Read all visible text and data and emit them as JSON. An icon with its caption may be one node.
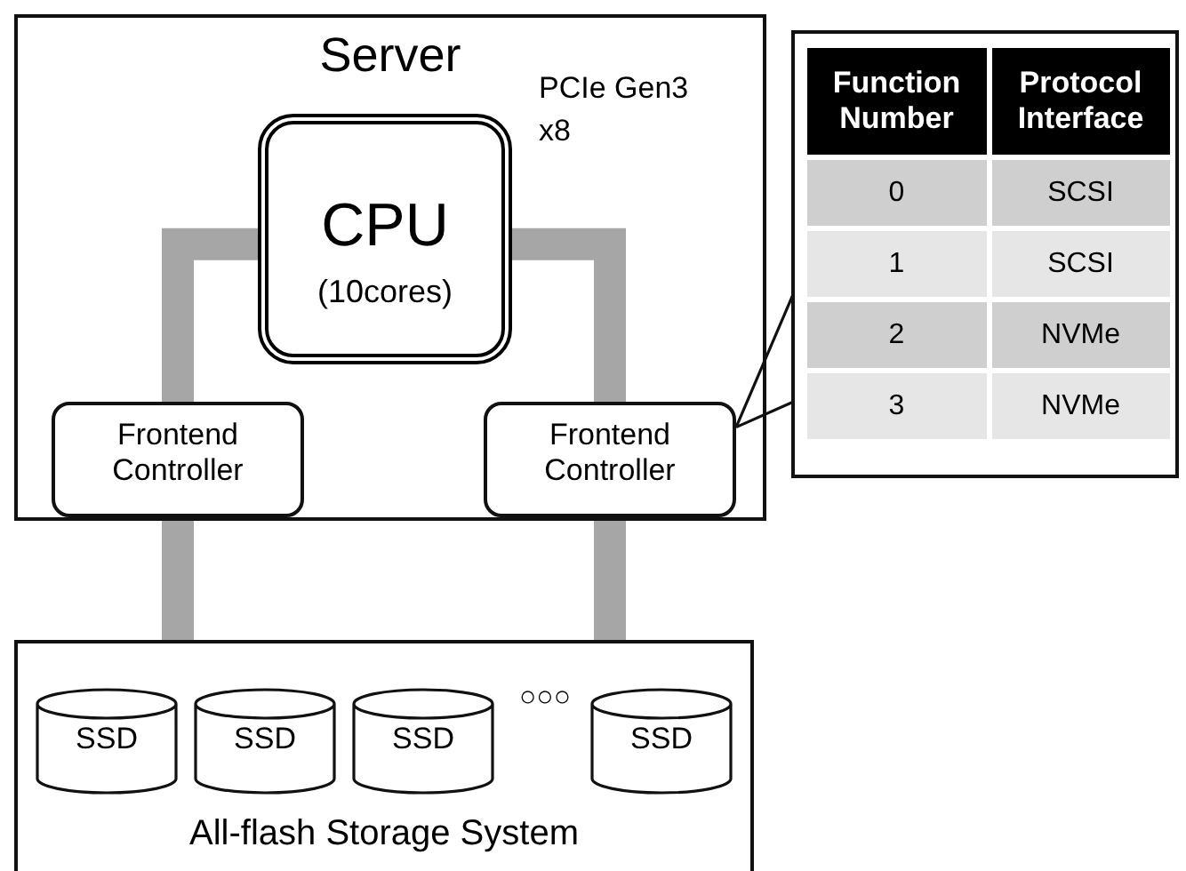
{
  "diagram": {
    "nodes": [
      {
        "text": [
          "Server"
        ]
      },
      {
        "text": [
          "CPU",
          "(10cores)"
        ],
        "in": 0
      },
      {
        "text": [
          "Frontend Controller"
        ],
        "in": 0
      },
      {
        "text": [
          "Frontend Controller"
        ],
        "in": 0
      },
      {
        "text": [],
        "shape": "box"
      },
      {
        "text": [
          "All-flash Storage System"
        ]
      },
      {
        "text": [
          "SSD"
        ],
        "in": 5
      },
      {
        "text": [
          "SSD"
        ],
        "in": 5
      },
      {
        "text": [
          "SSD"
        ],
        "in": 5
      },
      {
        "text": [
          "SSD"
        ],
        "in": 5
      }
    ],
    "edges": [
      {
        "from": 1,
        "to": 2,
        "arrow": "none"
      },
      {
        "from": 1,
        "to": 3,
        "arrow": "none",
        "label": "PCIe Gen3 x8"
      },
      {
        "from": 2,
        "to": 5,
        "arrow": "none"
      },
      {
        "from": 3,
        "to": 5,
        "arrow": "none"
      },
      {
        "from": 4,
        "to": 3,
        "arrow": "none",
        "color": "#111111"
      }
    ],
    "labels": [
      "Function Number",
      "Protocol Interface",
      "0",
      "SCSI",
      "1",
      "SCSI",
      "2",
      "NVMe",
      "3",
      "NVMe",
      "○○○"
    ]
  }
}
